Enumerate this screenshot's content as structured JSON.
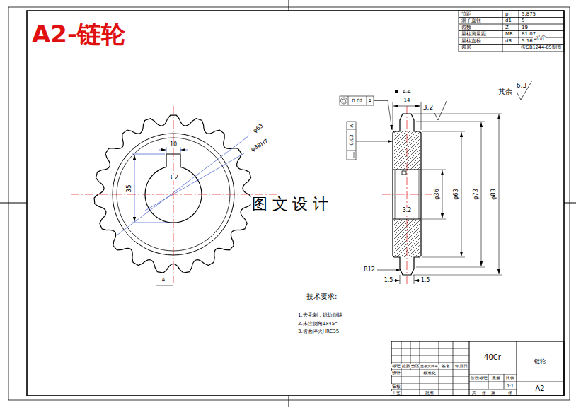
{
  "diagram": {
    "title": "A2-链轮",
    "labels": [
      "节距",
      "p",
      "5.875",
      "滚子直径",
      "d1",
      "5",
      "齿数",
      "Z",
      "19",
      "量柱测量距",
      "MR",
      "81.07",
      "-0.25",
      "量柱直径",
      "dR",
      "5.16",
      "+0.01",
      "齿形",
      "按GB1244-85制造",
      "A-A",
      "其余",
      "6.3",
      "0.02",
      "A",
      "0.03",
      "A",
      "14",
      "3.2",
      "3.2",
      "φ36",
      "φ63",
      "φ73",
      "φ83",
      "R12",
      "1.5",
      "1.5",
      "10",
      "3.2",
      "35",
      "φ63",
      "φ38H7",
      "A",
      "图 文 设 计",
      "技术要求:",
      "1.去毛刺，锐边倒钝",
      "2.未注倒角1x45°",
      "3.齿面淬火HRC35.",
      "40Cr",
      "链轮",
      "A2",
      "标记",
      "处数",
      "分区",
      "更改文件号",
      "签名",
      "年月日",
      "设计",
      "标准化",
      "审核",
      "工艺",
      "批准",
      "阶段标记",
      "重量",
      "比例",
      "1:1",
      "共",
      "张",
      "第",
      "张"
    ]
  }
}
